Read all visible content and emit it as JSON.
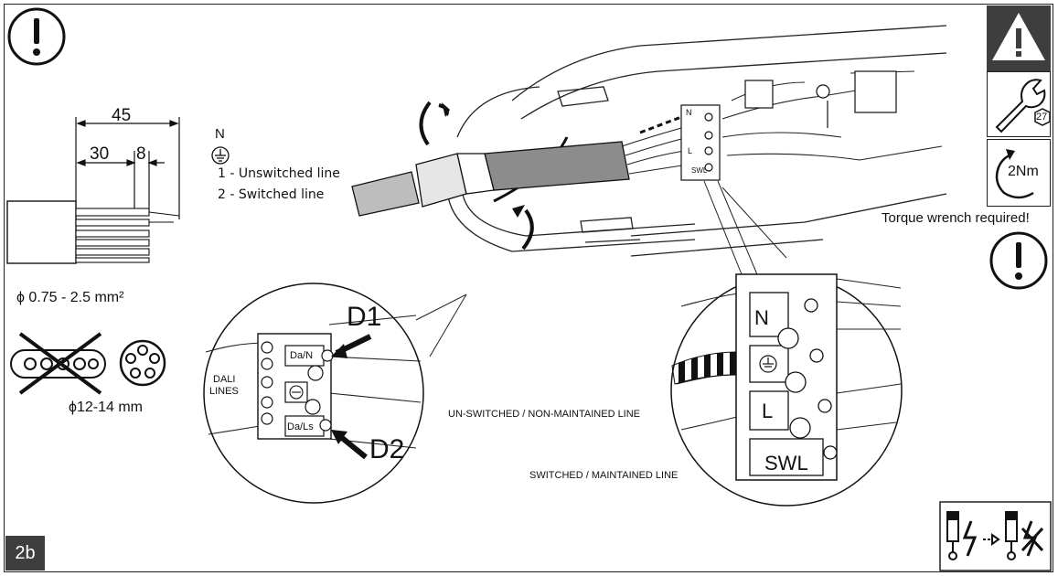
{
  "step": "2b",
  "icons": {
    "caution": "exclamation-circle-icon",
    "warning": "warning-triangle-icon",
    "wrench": "wrench-icon",
    "torque": "torque-arrow-icon",
    "power_off": "power-off-icon"
  },
  "strip": {
    "total_length": "45",
    "outer_length": "30",
    "inner_length": "8"
  },
  "legend": {
    "earth_symbol_label": "N",
    "line1": "1 - Unswitched line",
    "line2": "2 - Switched line"
  },
  "cable": {
    "wire_section": "0.75 - 2.5 mm²",
    "diameter": "12-14 mm",
    "phi": "ϕ"
  },
  "wrench_size": "27",
  "torque_value": "2Nm",
  "torque_note": "Torque wrench required!",
  "dali": {
    "lines_label": "DALI\nLINES",
    "line_a": "DALI",
    "line_b": "LINES",
    "d1": "D1",
    "d2": "D2",
    "term_top": "Da/N",
    "term_bottom": "Da/Ls"
  },
  "terminal": {
    "n": "N",
    "l": "L",
    "swl": "SWL",
    "small_n": "N",
    "small_l": "L",
    "small_swl": "SWL"
  },
  "labels": {
    "unswitched": "UN-SWITCHED / NON-MAINTAINED LINE",
    "switched": "SWITCHED / MAINTAINED LINE"
  },
  "colors": {
    "dark_tile": "#3e3e3e",
    "cable_grey": "#8c8c8c"
  }
}
